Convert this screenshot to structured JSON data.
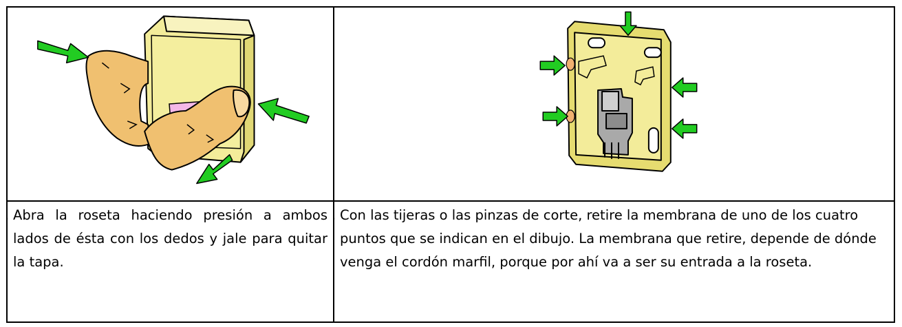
{
  "steps": [
    {
      "illustration": "hand-opening-rosette",
      "marker": ".",
      "text": "Abra la roseta haciendo presión a ambos lados de ésta con los dedos y jale para quitar la tapa."
    },
    {
      "illustration": "rosette-base-membrane-points",
      "marker": ".",
      "text": "Con las tijeras o las pinzas de corte, retire la membrana de uno de los cuatro puntos que se indican en el dibujo. La membrana que retire, depende de dónde venga el cordón marfil, porque por ahí va a ser su entrada a la roseta."
    }
  ],
  "colors": {
    "arrow_green": "#22cc22",
    "rosette_yellow": "#f3ec9a",
    "skin": "#f0c070",
    "label_pink": "#f4b8e8",
    "connector_gray": "#a9a9a9",
    "membrane_orange": "#f0b070"
  }
}
